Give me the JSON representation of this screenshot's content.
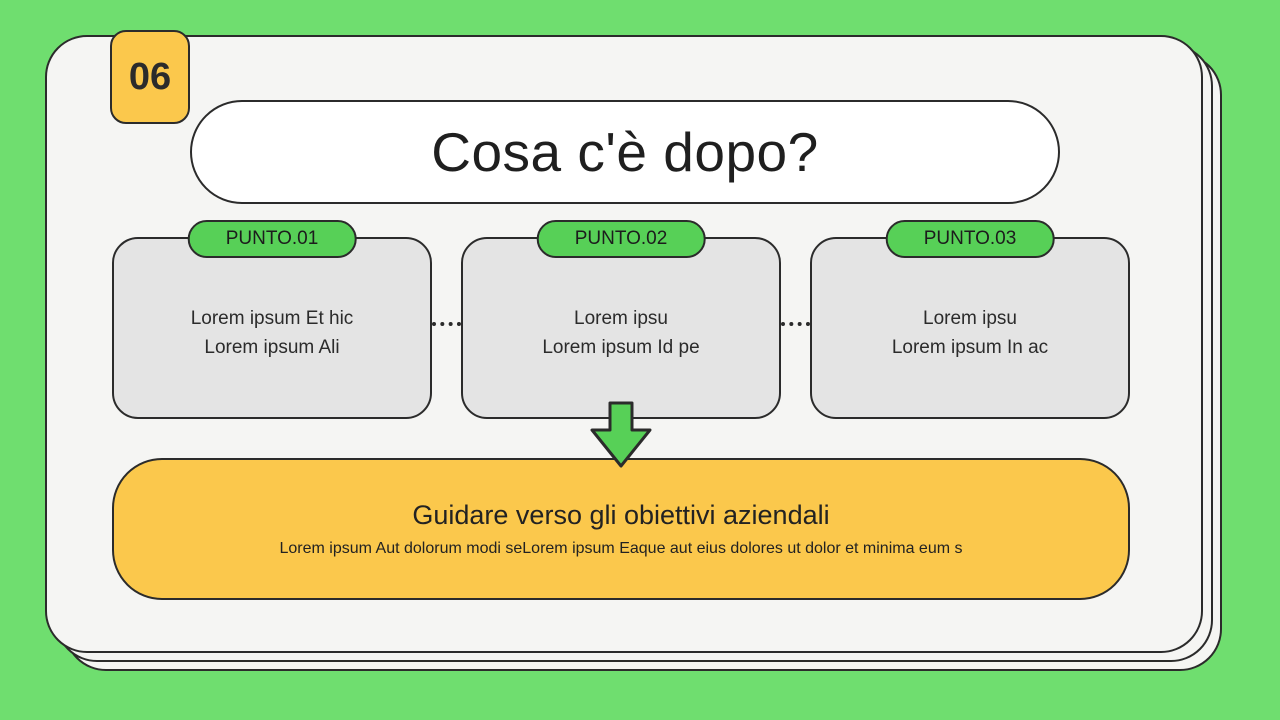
{
  "colors": {
    "background_green": "#6FDE6F",
    "card_white": "#F5F5F3",
    "accent_yellow": "#FBC84C",
    "accent_green": "#57D057",
    "box_gray": "#E4E4E4",
    "ink": "#2B2B2B"
  },
  "badge": {
    "label": "06"
  },
  "title": "Cosa c'è dopo?",
  "points": [
    {
      "label": "PUNTO.01",
      "line1": "Lorem ipsum Et hic",
      "line2": "Lorem ipsum Ali"
    },
    {
      "label": "PUNTO.02",
      "line1": "Lorem ipsu",
      "line2": "Lorem ipsum Id pe"
    },
    {
      "label": "PUNTO.03",
      "line1": "Lorem ipsu",
      "line2": "Lorem ipsum In ac"
    }
  ],
  "banner": {
    "title": "Guidare verso gli obiettivi aziendali",
    "subtitle": "Lorem ipsum Aut dolorum modi seLorem ipsum Eaque aut eius dolores ut dolor et minima eum s"
  }
}
